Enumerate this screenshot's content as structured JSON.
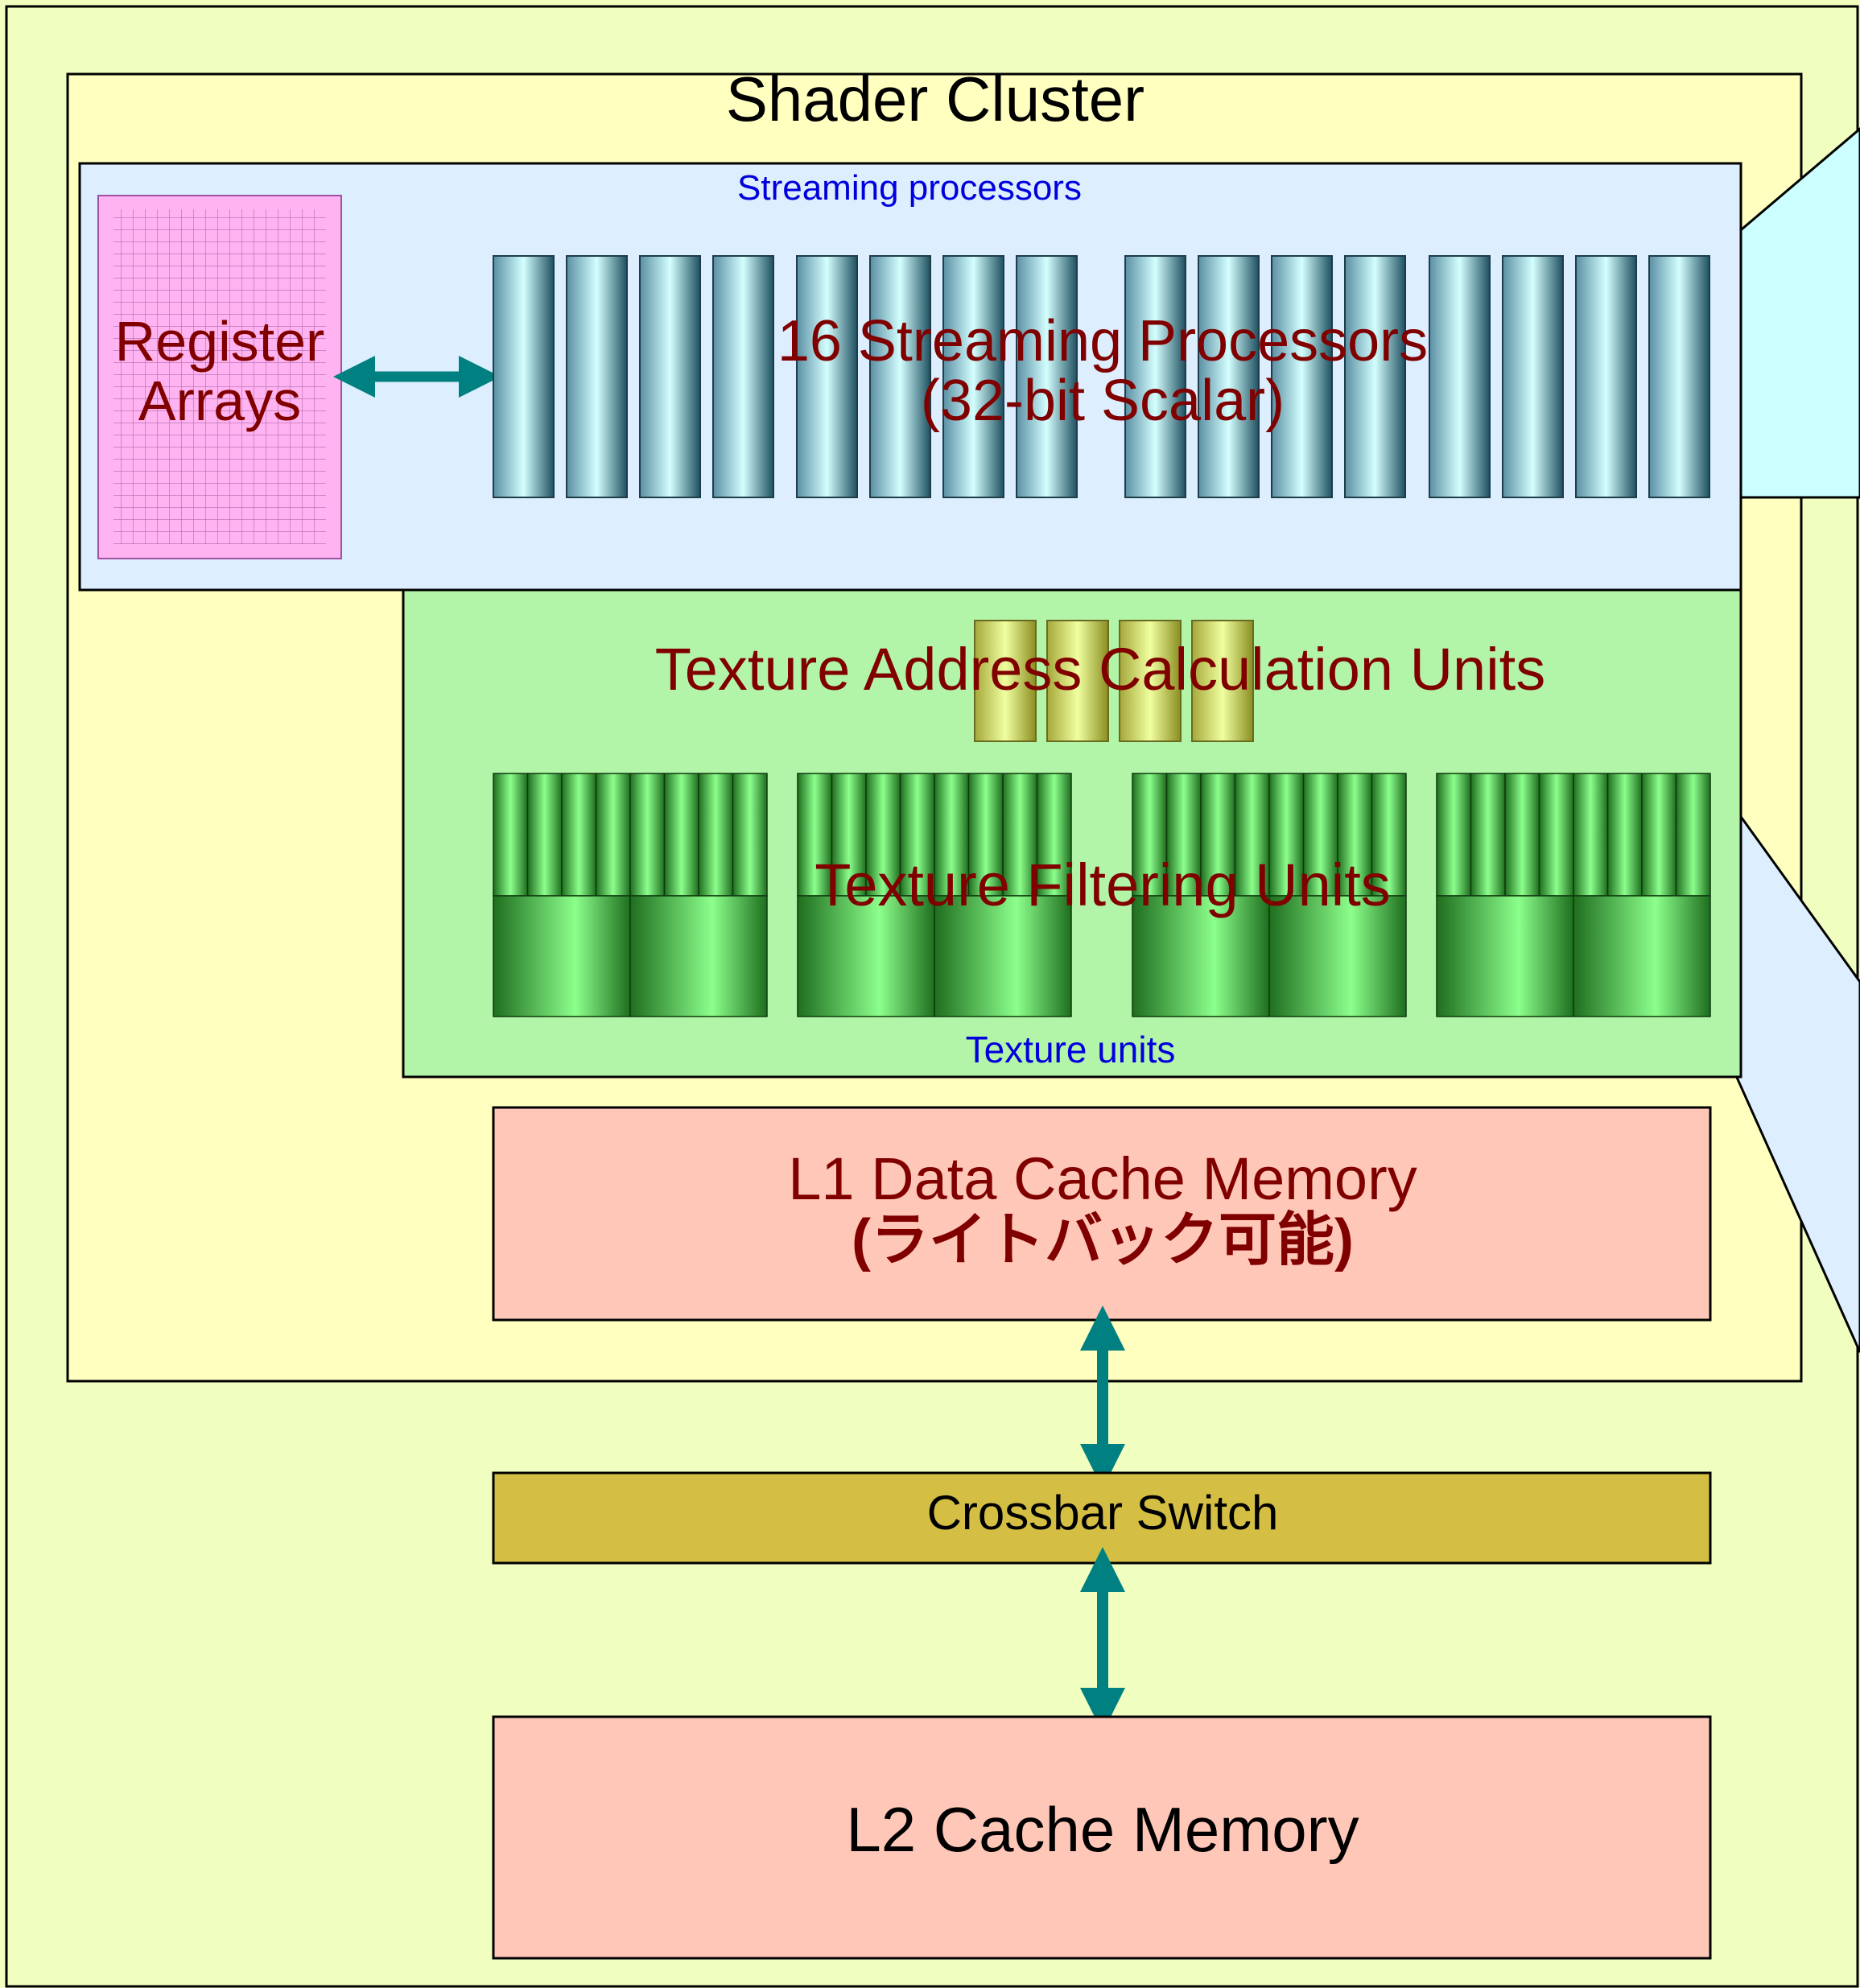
{
  "diagram": {
    "cluster_title": "Shader Cluster",
    "sp_panel_label": "Streaming processors",
    "register_arrays": [
      "Register",
      "Arrays"
    ],
    "sp_label": [
      "16 Streaming Processors",
      "(32-bit Scalar)"
    ],
    "sp_count": 16,
    "tex_address_label": "Texture Address Calculation Units",
    "tex_address_count": 4,
    "tex_filter_label": "Texture Filtering Units",
    "tex_filter_groups": 4,
    "tex_panel_label": "Texture units",
    "l1_label": [
      "L1 Data Cache Memory",
      "(ライトバック可能)"
    ],
    "crossbar_label": "Crossbar Switch",
    "l2_label": "L2 Cache Memory"
  },
  "colors": {
    "background": "#f0ffc0",
    "cluster": "#ffffc0",
    "sp_panel": "#ddeeff",
    "register": "#ffb3f0",
    "tex_panel": "#b3f5a8",
    "cache": "#ffc7b8",
    "crossbar": "#d4bf44",
    "arrow": "#008080",
    "label_red": "#800000",
    "label_blue": "#0000dd",
    "callout": "#ccffff"
  }
}
